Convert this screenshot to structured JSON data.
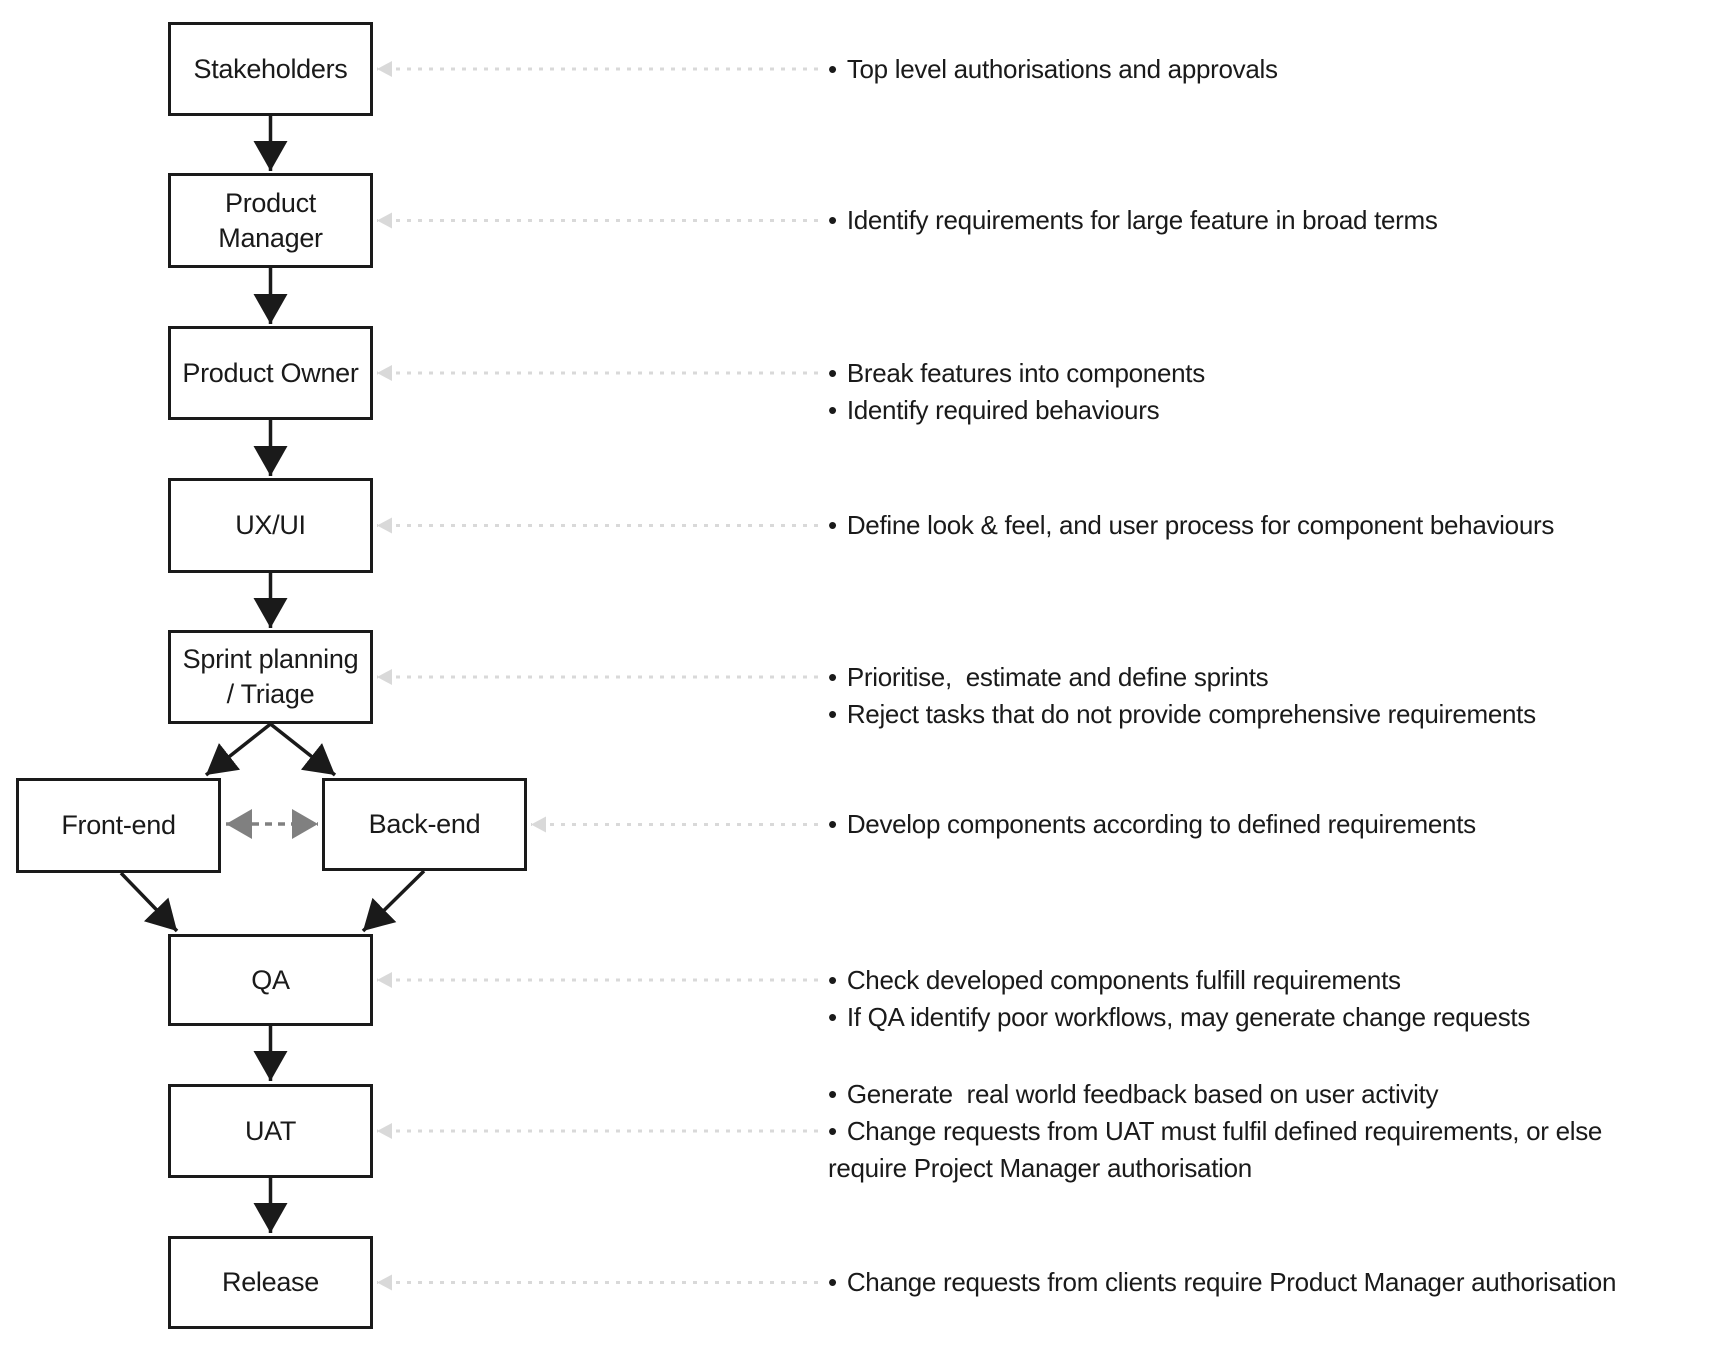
{
  "diagram": {
    "bullet_char": "•",
    "colors": {
      "box_border": "#1a1a1a",
      "text": "#1a1a1a",
      "flow_arrow": "#1a1a1a",
      "exchange_arrow": "#808080",
      "annotation_link": "#d9d9d9",
      "background": "#ffffff"
    },
    "nodes": [
      {
        "id": "stakeholders",
        "lines": [
          "Stakeholders"
        ]
      },
      {
        "id": "product-manager",
        "lines": [
          "Product",
          "Manager"
        ]
      },
      {
        "id": "product-owner",
        "lines": [
          "Product Owner"
        ]
      },
      {
        "id": "ux-ui",
        "lines": [
          "UX/UI"
        ]
      },
      {
        "id": "sprint-planning",
        "lines": [
          "Sprint planning",
          "/ Triage"
        ]
      },
      {
        "id": "front-end",
        "lines": [
          "Front-end"
        ]
      },
      {
        "id": "back-end",
        "lines": [
          "Back-end"
        ]
      },
      {
        "id": "qa",
        "lines": [
          "QA"
        ]
      },
      {
        "id": "uat",
        "lines": [
          "UAT"
        ]
      },
      {
        "id": "release",
        "lines": [
          "Release"
        ]
      }
    ],
    "edges": [
      {
        "from": "stakeholders",
        "to": "product-manager",
        "style": "flow"
      },
      {
        "from": "product-manager",
        "to": "product-owner",
        "style": "flow"
      },
      {
        "from": "product-owner",
        "to": "ux-ui",
        "style": "flow"
      },
      {
        "from": "ux-ui",
        "to": "sprint-planning",
        "style": "flow"
      },
      {
        "from": "sprint-planning",
        "to": "front-end",
        "style": "flow"
      },
      {
        "from": "sprint-planning",
        "to": "back-end",
        "style": "flow"
      },
      {
        "from": "front-end",
        "to": "back-end",
        "style": "exchange"
      },
      {
        "from": "front-end",
        "to": "qa",
        "style": "flow"
      },
      {
        "from": "back-end",
        "to": "qa",
        "style": "flow"
      },
      {
        "from": "qa",
        "to": "uat",
        "style": "flow"
      },
      {
        "from": "uat",
        "to": "release",
        "style": "flow"
      }
    ],
    "annotations": [
      {
        "for": "stakeholders",
        "lines": [
          {
            "bullet": true,
            "text": "Top level authorisations and approvals"
          }
        ]
      },
      {
        "for": "product-manager",
        "lines": [
          {
            "bullet": true,
            "text": "Identify requirements for large feature in broad terms"
          }
        ]
      },
      {
        "for": "product-owner",
        "lines": [
          {
            "bullet": true,
            "text": "Break features into components"
          },
          {
            "bullet": true,
            "text": "Identify required behaviours"
          }
        ]
      },
      {
        "for": "ux-ui",
        "lines": [
          {
            "bullet": true,
            "text": "Define look & feel, and user process for component behaviours"
          }
        ]
      },
      {
        "for": "sprint-planning",
        "lines": [
          {
            "bullet": true,
            "text": "Prioritise,  estimate and define sprints"
          },
          {
            "bullet": true,
            "text": "Reject tasks that do not provide comprehensive requirements"
          }
        ]
      },
      {
        "for": "back-end",
        "lines": [
          {
            "bullet": true,
            "text": "Develop components according to defined requirements"
          }
        ]
      },
      {
        "for": "qa",
        "lines": [
          {
            "bullet": true,
            "text": "Check developed components fulfill requirements"
          },
          {
            "bullet": true,
            "text": "If QA identify poor workflows, may generate change requests"
          }
        ]
      },
      {
        "for": "uat",
        "lines": [
          {
            "bullet": true,
            "text": "Generate  real world feedback based on user activity"
          },
          {
            "bullet": true,
            "text": "Change requests from UAT must fulfil defined requirements, or else"
          },
          {
            "bullet": false,
            "text": "require Project Manager authorisation"
          }
        ]
      },
      {
        "for": "release",
        "lines": [
          {
            "bullet": true,
            "text": "Change requests from clients require Product Manager authorisation"
          }
        ]
      }
    ]
  }
}
